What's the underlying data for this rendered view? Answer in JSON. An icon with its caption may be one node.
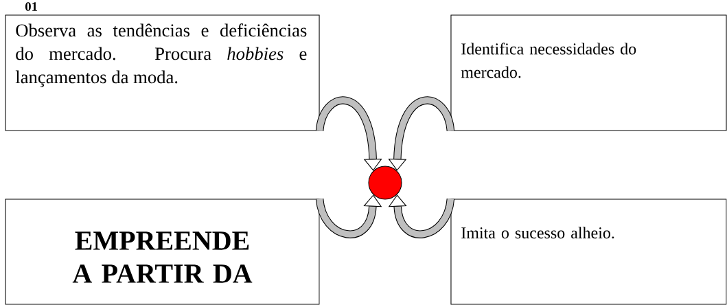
{
  "diagram": {
    "nodes": [
      {
        "text": [
          "Observa as tendências e deficiências do mercado. Procura *hobbies* e lançamentos da moda."
        ]
      },
      {
        "text": [
          "Identifica necessidades do mercado."
        ]
      },
      {
        "text": [
          "EMPREENDE A PARTIR DA"
        ]
      },
      {
        "text": [
          "Imita o sucesso alheio."
        ]
      },
      {
        "text": [],
        "shape": "circle"
      }
    ],
    "edges": [
      {
        "from": 0,
        "to": 4,
        "arrow": "to"
      },
      {
        "from": 1,
        "to": 4,
        "arrow": "to"
      },
      {
        "from": 2,
        "to": 4,
        "arrow": "to"
      },
      {
        "from": 3,
        "to": 4,
        "arrow": "to"
      }
    ],
    "labels": [
      "01"
    ]
  }
}
